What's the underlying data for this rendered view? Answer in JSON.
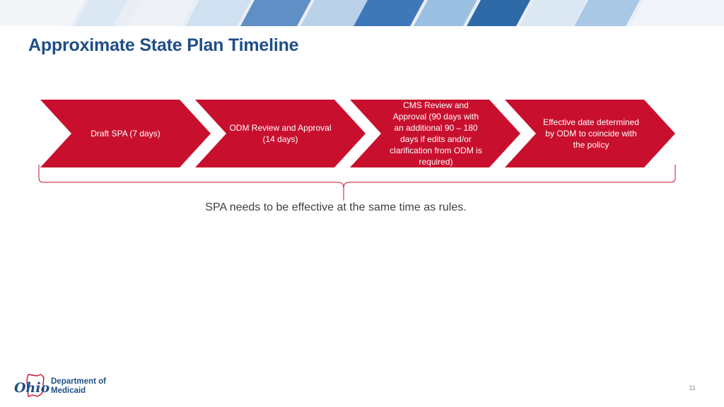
{
  "slide": {
    "title": "Approximate State Plan Timeline",
    "steps": [
      {
        "label": "Draft SPA (7 days)"
      },
      {
        "label": "ODM Review and Approval (14 days)"
      },
      {
        "label": "CMS Review and Approval (90 days with an additional 90 – 180 days if edits and/or clarification from ODM is required)"
      },
      {
        "label": "Effective date determined by ODM to coincide with the policy"
      }
    ],
    "caption": "SPA needs to be effective at the same time as rules.",
    "page_number": "11"
  },
  "logo": {
    "script_word": "Ohio",
    "line1": "Department of",
    "line2": "Medicaid"
  },
  "colors": {
    "arrow_fill": "#c8102e",
    "title": "#1f4e86",
    "brace": "#c8102e"
  }
}
